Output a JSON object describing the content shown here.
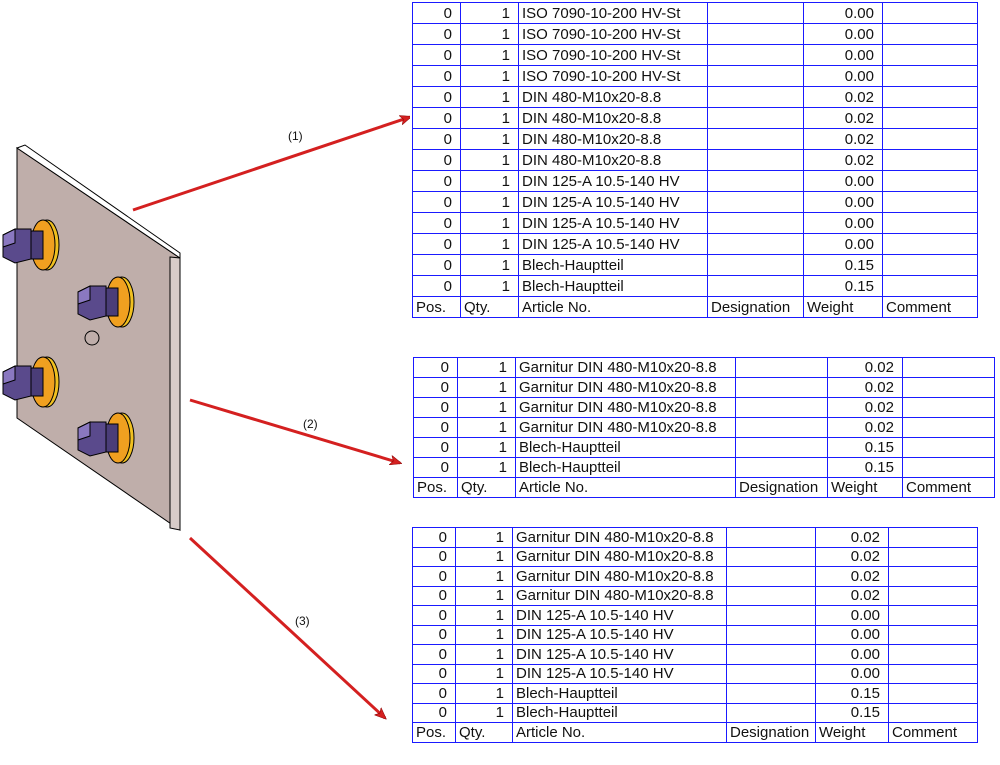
{
  "labels": {
    "a1": "(1)",
    "a2": "(2)",
    "a3": "(3)"
  },
  "colors": {
    "border": "#1a1aff",
    "arrow": "#d42020",
    "plate": "#bfaeaa",
    "bolt": "#5a4a8c",
    "washer": "#f0b020"
  },
  "headers": [
    "Pos.",
    "Qty.",
    "Article No.",
    "Designation",
    "Weight",
    "Comment"
  ],
  "tables": [
    {
      "rows": [
        [
          "0",
          "1",
          "ISO 7090-10-200 HV-St",
          "",
          "0.00",
          ""
        ],
        [
          "0",
          "1",
          "ISO 7090-10-200 HV-St",
          "",
          "0.00",
          ""
        ],
        [
          "0",
          "1",
          "ISO 7090-10-200 HV-St",
          "",
          "0.00",
          ""
        ],
        [
          "0",
          "1",
          "ISO 7090-10-200 HV-St",
          "",
          "0.00",
          ""
        ],
        [
          "0",
          "1",
          "DIN 480-M10x20-8.8",
          "",
          "0.02",
          ""
        ],
        [
          "0",
          "1",
          "DIN 480-M10x20-8.8",
          "",
          "0.02",
          ""
        ],
        [
          "0",
          "1",
          "DIN 480-M10x20-8.8",
          "",
          "0.02",
          ""
        ],
        [
          "0",
          "1",
          "DIN 480-M10x20-8.8",
          "",
          "0.02",
          ""
        ],
        [
          "0",
          "1",
          "DIN 125-A 10.5-140 HV",
          "",
          "0.00",
          ""
        ],
        [
          "0",
          "1",
          "DIN 125-A 10.5-140 HV",
          "",
          "0.00",
          ""
        ],
        [
          "0",
          "1",
          "DIN 125-A 10.5-140 HV",
          "",
          "0.00",
          ""
        ],
        [
          "0",
          "1",
          "DIN 125-A 10.5-140 HV",
          "",
          "0.00",
          ""
        ],
        [
          "0",
          "1",
          "Blech-Hauptteil",
          "",
          "0.15",
          ""
        ],
        [
          "0",
          "1",
          "Blech-Hauptteil",
          "",
          "0.15",
          ""
        ]
      ]
    },
    {
      "rows": [
        [
          "0",
          "1",
          "Garnitur DIN 480-M10x20-8.8",
          "",
          "0.02",
          ""
        ],
        [
          "0",
          "1",
          "Garnitur DIN 480-M10x20-8.8",
          "",
          "0.02",
          ""
        ],
        [
          "0",
          "1",
          "Garnitur DIN 480-M10x20-8.8",
          "",
          "0.02",
          ""
        ],
        [
          "0",
          "1",
          "Garnitur DIN 480-M10x20-8.8",
          "",
          "0.02",
          ""
        ],
        [
          "0",
          "1",
          "Blech-Hauptteil",
          "",
          "0.15",
          ""
        ],
        [
          "0",
          "1",
          "Blech-Hauptteil",
          "",
          "0.15",
          ""
        ]
      ]
    },
    {
      "rows": [
        [
          "0",
          "1",
          "Garnitur DIN 480-M10x20-8.8",
          "",
          "0.02",
          ""
        ],
        [
          "0",
          "1",
          "Garnitur DIN 480-M10x20-8.8",
          "",
          "0.02",
          ""
        ],
        [
          "0",
          "1",
          "Garnitur DIN 480-M10x20-8.8",
          "",
          "0.02",
          ""
        ],
        [
          "0",
          "1",
          "Garnitur DIN 480-M10x20-8.8",
          "",
          "0.02",
          ""
        ],
        [
          "0",
          "1",
          "DIN 125-A 10.5-140 HV",
          "",
          "0.00",
          ""
        ],
        [
          "0",
          "1",
          "DIN 125-A 10.5-140 HV",
          "",
          "0.00",
          ""
        ],
        [
          "0",
          "1",
          "DIN 125-A 10.5-140 HV",
          "",
          "0.00",
          ""
        ],
        [
          "0",
          "1",
          "DIN 125-A 10.5-140 HV",
          "",
          "0.00",
          ""
        ],
        [
          "0",
          "1",
          "Blech-Hauptteil",
          "",
          "0.15",
          ""
        ],
        [
          "0",
          "1",
          "Blech-Hauptteil",
          "",
          "0.15",
          ""
        ]
      ]
    }
  ]
}
